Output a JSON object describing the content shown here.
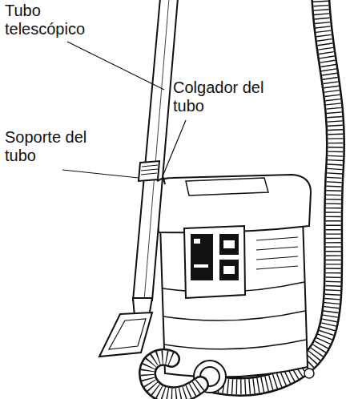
{
  "diagram": {
    "labels": [
      "Tubo telescópico",
      "Colgador del tubo",
      "Soporte del tubo"
    ]
  }
}
